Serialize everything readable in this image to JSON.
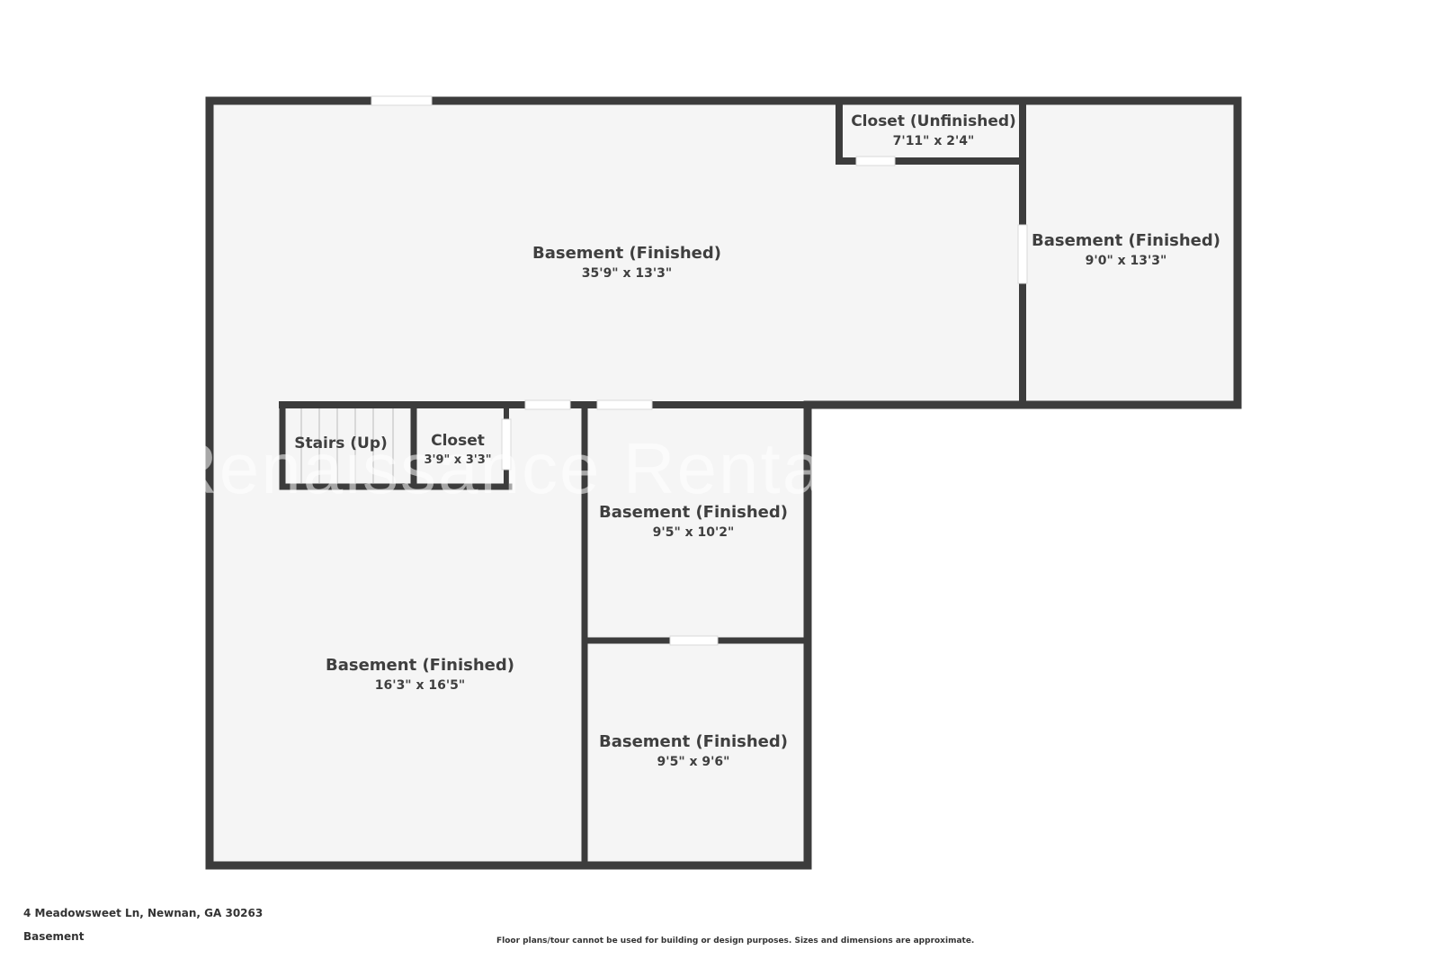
{
  "rooms": [
    {
      "name": "Basement (Finished)",
      "dims": "35'9\" x 13'3\""
    },
    {
      "name": "Closet (Unfinished)",
      "dims": "7'11\" x 2'4\""
    },
    {
      "name": "Basement (Finished)",
      "dims": "9'0\" x 13'3\""
    },
    {
      "name": "Stairs (Up)"
    },
    {
      "name": "Closet",
      "dims": "3'9\" x 3'3\""
    },
    {
      "name": "Basement (Finished)",
      "dims": "9'5\" x 10'2\""
    },
    {
      "name": "Basement (Finished)",
      "dims": "16'3\" x 16'5\""
    },
    {
      "name": "Basement (Finished)",
      "dims": "9'5\" x 9'6\""
    }
  ],
  "watermark": "Renaissance Rental",
  "footer": {
    "address": "4 Meadowsweet Ln, Newnan, GA 30263",
    "floor": "Basement",
    "disclaimer": "Floor plans/tour cannot be used for building or design purposes. Sizes and dimensions are approximate."
  },
  "colors": {
    "wall": "#3c3c3c",
    "floor": "#f5f5f5",
    "background": "#ffffff"
  }
}
